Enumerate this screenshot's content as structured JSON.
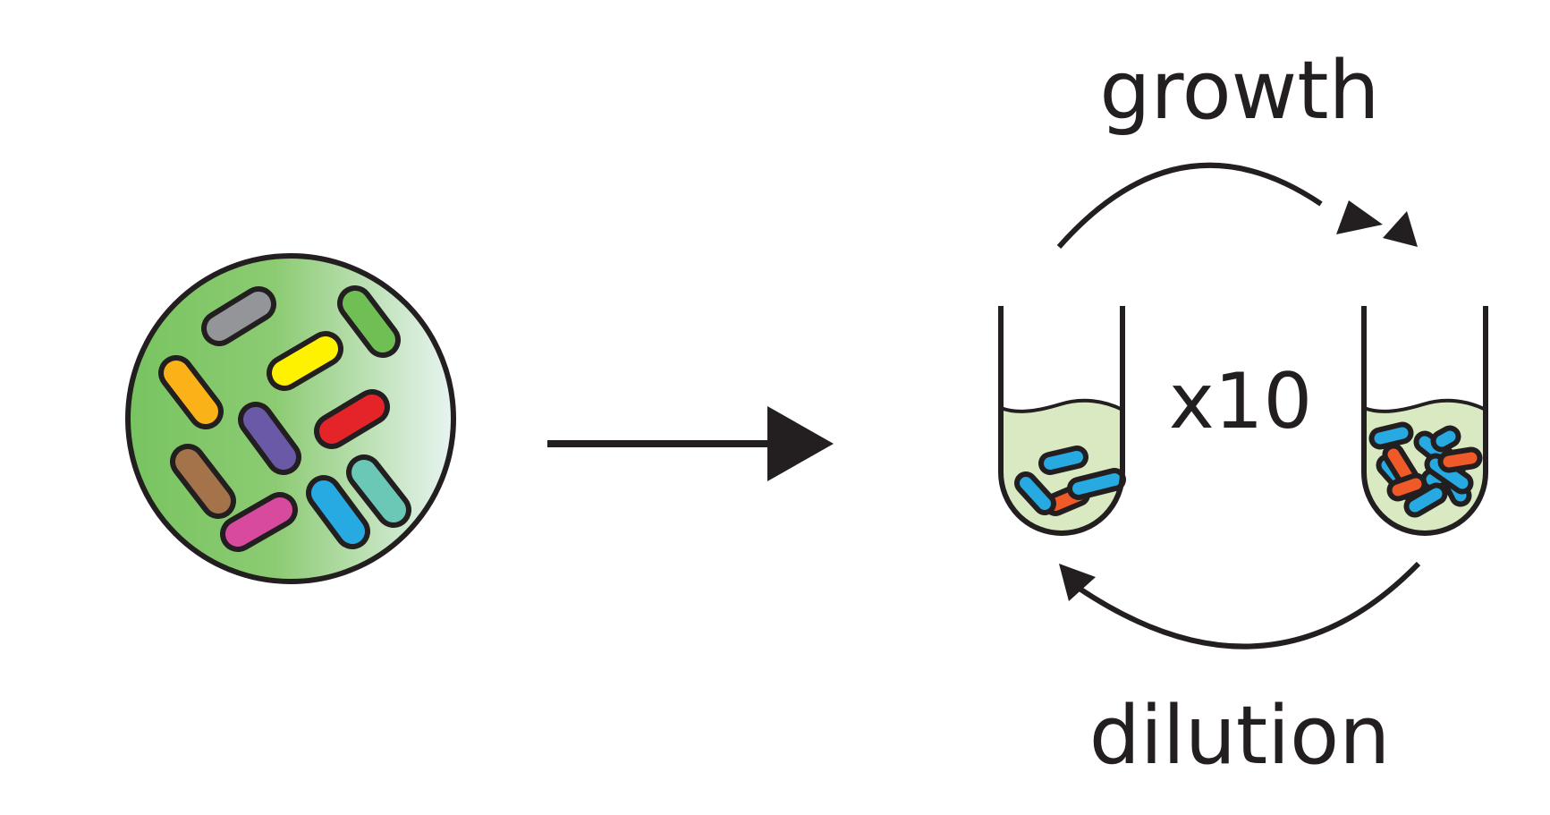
{
  "labels": {
    "growth": "growth",
    "dilution": "dilution",
    "multiplier": "x10"
  },
  "colors": {
    "outline": "#231f20",
    "culture_medium": "#d9eac3",
    "community_gradient_start": "#78c461",
    "community_gradient_end": "#e8f4f1",
    "bacteria": {
      "gray": "#939598",
      "green": "#70bf54",
      "yellow": "#fff200",
      "orange": "#fbb218",
      "red": "#e5242a",
      "purple": "#6a59a6",
      "brown": "#a57349",
      "teal": "#6bc7b6",
      "blue": "#27a9e1",
      "pink": "#d84a9d",
      "tube_blue": "#27a9e1",
      "tube_red": "#ef5a28"
    }
  }
}
